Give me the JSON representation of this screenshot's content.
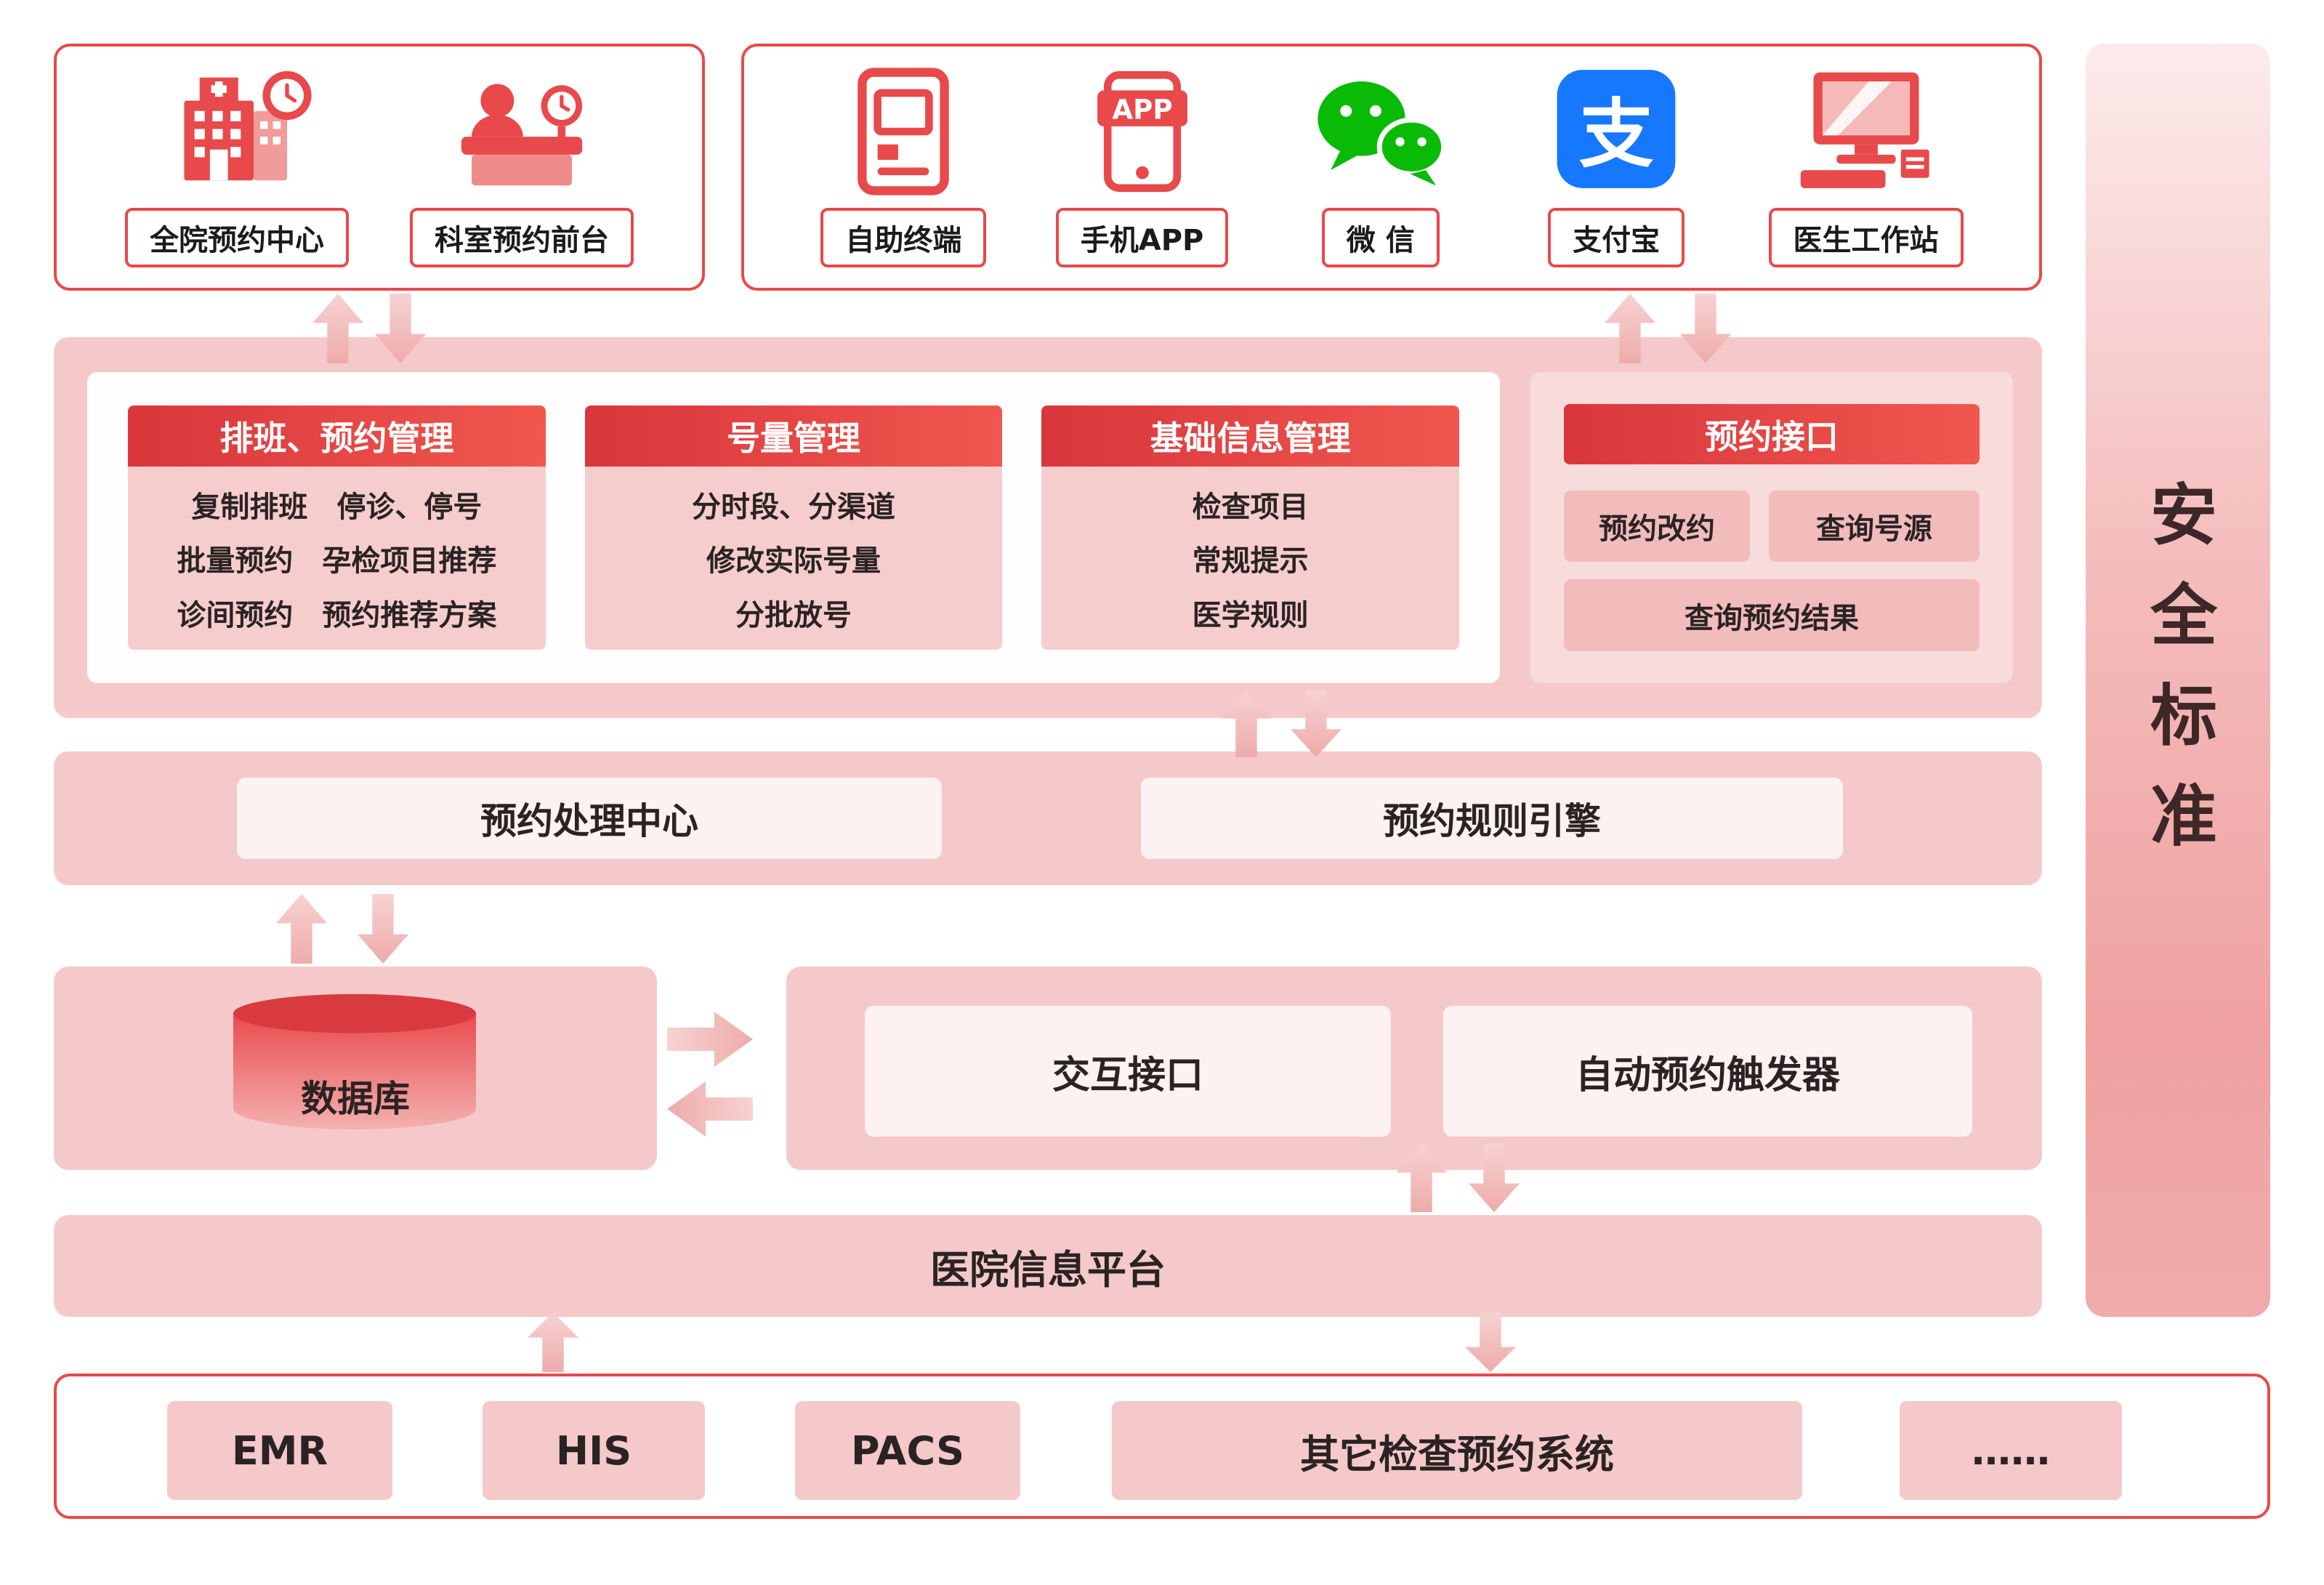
{
  "colors": {
    "accent_red": "#e8494b",
    "header_gradient_from": "#d9363c",
    "header_gradient_to": "#f0574e",
    "panel_pink": "#f5c9c9",
    "wechat_green": "#09bb07",
    "alipay_blue": "#1677ff"
  },
  "channels_left": {
    "items": [
      {
        "icon": "hospital-clock-icon",
        "label": "全院预约中心"
      },
      {
        "icon": "reception-desk-icon",
        "label": "科室预约前台"
      }
    ]
  },
  "channels_right": {
    "items": [
      {
        "icon": "kiosk-icon",
        "label": "自助终端"
      },
      {
        "icon": "mobile-app-icon",
        "label": "手机APP"
      },
      {
        "icon": "wechat-icon",
        "label": "微 信"
      },
      {
        "icon": "alipay-icon",
        "label": "支付宝"
      },
      {
        "icon": "workstation-icon",
        "label": "医生工作站"
      }
    ]
  },
  "sidebar": {
    "label": "安全标准"
  },
  "management": {
    "columns": [
      {
        "header": "排班、预约管理",
        "rows": [
          "复制排班　停诊、停号",
          "批量预约　孕检项目推荐",
          "诊间预约　预约推荐方案"
        ]
      },
      {
        "header": "号量管理",
        "rows": [
          "分时段、分渠道",
          "修改实际号量",
          "分批放号"
        ]
      },
      {
        "header": "基础信息管理",
        "rows": [
          "检查项目",
          "常规提示",
          "医学规则"
        ]
      }
    ],
    "api_panel": {
      "header": "预约接口",
      "buttons": [
        "预约改约",
        "查询号源",
        "查询预约结果"
      ]
    }
  },
  "processing": {
    "center": "预约处理中心",
    "engine": "预约规则引擎"
  },
  "data_layer": {
    "database": "数据库",
    "interface": "交互接口",
    "trigger": "自动预约触发器"
  },
  "platform": {
    "label": "医院信息平台"
  },
  "downstream": {
    "items": [
      "EMR",
      "HIS",
      "PACS",
      "其它检查预约系统",
      "……"
    ]
  }
}
